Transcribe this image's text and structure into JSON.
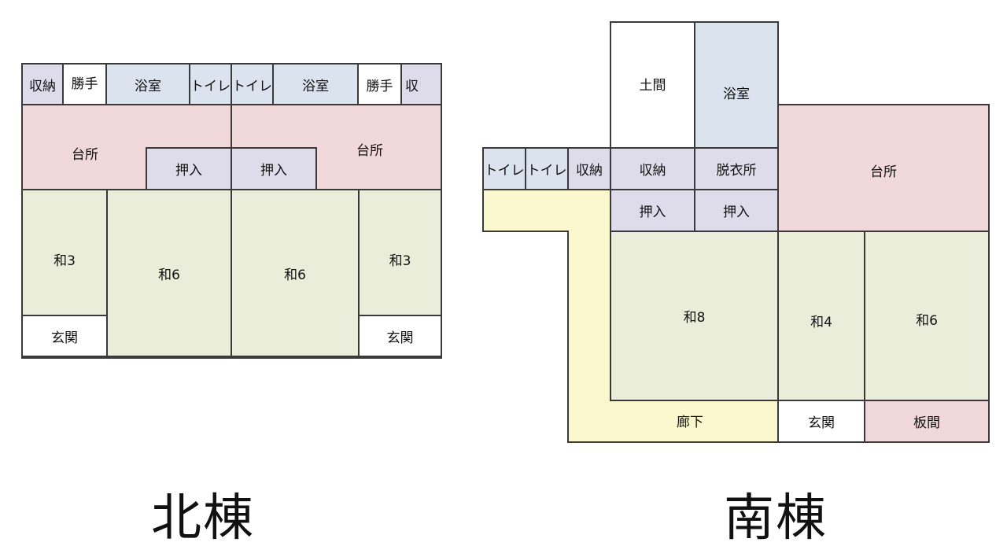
{
  "north": {
    "label": "北棟",
    "rooms": {
      "storage_left": "収納",
      "kitchen_door_left": "勝手",
      "bath_left": "浴室",
      "toilet_left": "トイレ",
      "toilet_right": "トイレ",
      "bath_right": "浴室",
      "kitchen_door_right": "勝手",
      "storage_right": "収",
      "kitchen_left": "台所",
      "kitchen_right": "台所",
      "closet_left": "押入",
      "closet_right": "押入",
      "washitsu3_left": "和3",
      "washitsu6_left": "和6",
      "washitsu6_right": "和6",
      "washitsu3_right": "和3",
      "entrance_left": "玄関",
      "entrance_right": "玄関"
    }
  },
  "south": {
    "label": "南棟",
    "rooms": {
      "doma": "土間",
      "bath": "浴室",
      "toilet_1": "トイレ",
      "toilet_2": "トイレ",
      "storage_small": "収納",
      "storage": "収納",
      "dressing": "脱衣所",
      "kitchen": "台所",
      "closet_1": "押入",
      "closet_2": "押入",
      "washitsu8": "和8",
      "washitsu4": "和4",
      "washitsu6": "和6",
      "hallway": "廊下",
      "entrance": "玄関",
      "board_room": "板間"
    }
  }
}
